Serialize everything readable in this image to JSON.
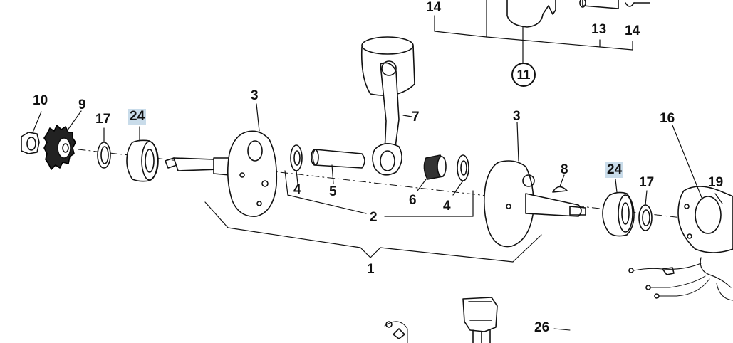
{
  "diagram": {
    "highlight_color": "#c9dcea",
    "line_color": "#111111"
  },
  "callouts": {
    "c14_top": "14",
    "c13": "13",
    "c14_right": "14",
    "c11": "11",
    "c10": "10",
    "c9": "9",
    "c17_left": "17",
    "c24_left": "24",
    "c3_left": "3",
    "c7": "7",
    "c3_right": "3",
    "c16": "16",
    "c8": "8",
    "c24_right": "24",
    "c17_right": "17",
    "c19": "19",
    "c4_left": "4",
    "c5": "5",
    "c6": "6",
    "c4_right": "4",
    "c2": "2",
    "c1": "1",
    "c26": "26"
  }
}
